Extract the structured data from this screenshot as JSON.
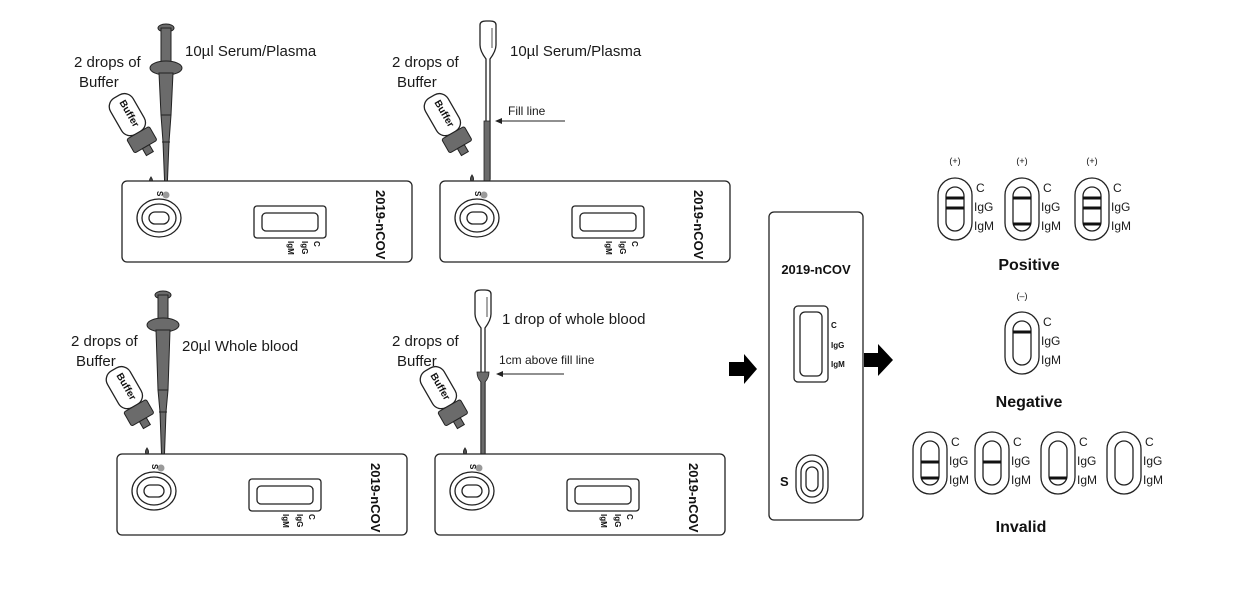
{
  "panels": [
    {
      "id": "serum-pipette",
      "buffer_label": [
        "2 drops of",
        "Buffer"
      ],
      "sample_label": "10µl Serum/Plasma",
      "bottle_label": "Buffer",
      "sample_port_letter": "S",
      "cassette": {
        "brand": "2019-nCOV",
        "lines": [
          "C",
          "IgG",
          "IgM"
        ]
      }
    },
    {
      "id": "serum-dropper",
      "buffer_label": [
        "2 drops of",
        "Buffer"
      ],
      "sample_label": "10µl Serum/Plasma",
      "arrow_label": "Fill line",
      "bottle_label": "Buffer",
      "sample_port_letter": "S",
      "cassette": {
        "brand": "2019-nCOV",
        "lines": [
          "C",
          "IgG",
          "IgM"
        ]
      }
    },
    {
      "id": "blood-pipette",
      "buffer_label": [
        "2 drops of",
        "Buffer"
      ],
      "sample_label": "20µl Whole blood",
      "bottle_label": "Buffer",
      "sample_port_letter": "S",
      "cassette": {
        "brand": "2019-nCOV",
        "lines": [
          "C",
          "IgG",
          "IgM"
        ]
      }
    },
    {
      "id": "blood-dropper",
      "buffer_label": [
        "2 drops of",
        "Buffer"
      ],
      "sample_label": "1 drop of whole blood",
      "arrow_label": "1cm above  fill line",
      "bottle_label": "Buffer",
      "sample_port_letter": "S",
      "cassette": {
        "brand": "2019-nCOV",
        "lines": [
          "C",
          "IgG",
          "IgM"
        ]
      }
    }
  ],
  "center_cassette": {
    "brand": "2019-nCOV",
    "lines": [
      "C",
      "IgG",
      "IgM"
    ],
    "sample_port_letter": "S"
  },
  "results": {
    "line_labels": [
      "C",
      "IgG",
      "IgM"
    ],
    "positive": {
      "title": "Positive",
      "sign": "(+)",
      "strips": [
        {
          "bands": [
            "C",
            "IgG"
          ]
        },
        {
          "bands": [
            "C",
            "IgM"
          ]
        },
        {
          "bands": [
            "C",
            "IgG",
            "IgM"
          ]
        }
      ]
    },
    "negative": {
      "title": "Negative",
      "sign": "(–)",
      "strips": [
        {
          "bands": [
            "C"
          ]
        }
      ]
    },
    "invalid": {
      "title": "Invalid",
      "strips": [
        {
          "bands": [
            "IgG",
            "IgM"
          ]
        },
        {
          "bands": [
            "IgG"
          ]
        },
        {
          "bands": [
            "IgM"
          ]
        },
        {
          "bands": []
        }
      ]
    }
  },
  "colors": {
    "ink": "#222222",
    "fill_gray": "#6b6b6b",
    "sample_drop": "#9a9a9a",
    "background": "#ffffff"
  }
}
